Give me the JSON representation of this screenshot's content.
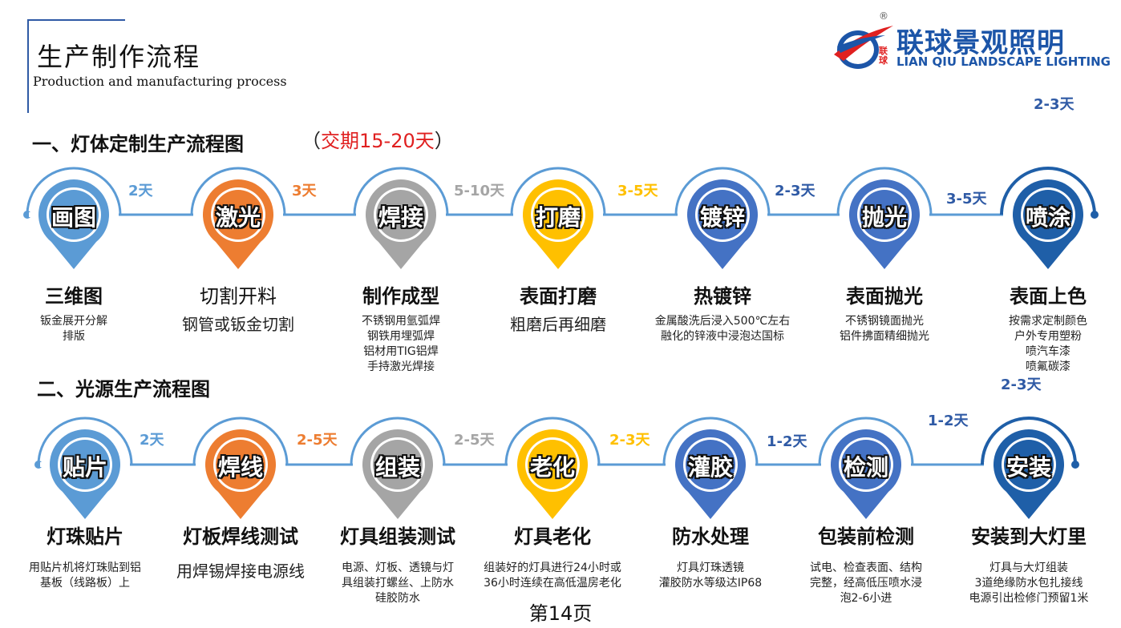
{
  "header": {
    "title_cn": "生产制作流程",
    "title_en": "Production and manufacturing process"
  },
  "logo": {
    "name_cn": "联球景观照明",
    "name_en": "LIAN QIU LANDSCAPE LIGHTING",
    "registered_mark": "®",
    "emblem_text": "联球",
    "color": "#1c55a8"
  },
  "colors": {
    "blue_light": "#5b9bd5",
    "orange": "#ed7d31",
    "gray": "#a5a5a5",
    "yellow": "#ffc000",
    "blue_mid": "#4472c4",
    "blue_dark": "#1f5fa8",
    "dur_blue": "#5b9bd5",
    "dur_orange": "#ed7d31",
    "dur_gray": "#a5a5a5",
    "dur_yellow": "#ffc000",
    "dur_navy": "#2f5aa5",
    "leadtime_red": "#e02020"
  },
  "section1": {
    "title": "一、灯体定制生产流程图",
    "leadtime_open": "（",
    "leadtime_text": "交期15-20天",
    "leadtime_close": "）",
    "durations": [
      "2天",
      "3天",
      "5-10天",
      "3-5天",
      "2-3天",
      "3-5天",
      "2-3天"
    ],
    "steps": [
      {
        "pin": "画图",
        "title": "三维图",
        "desc": [
          "钣金展开分解",
          "排版"
        ]
      },
      {
        "pin": "激光",
        "title": "切割开料",
        "desc": [
          "钢管或钣金切割"
        ]
      },
      {
        "pin": "焊接",
        "title": "制作成型",
        "desc": [
          "不锈钢用氩弧焊",
          "钢铁用埋弧焊",
          "铝材用TIG铝焊",
          "手持激光焊接"
        ]
      },
      {
        "pin": "打磨",
        "title": "表面打磨",
        "desc": [
          "粗磨后再细磨"
        ]
      },
      {
        "pin": "镀锌",
        "title": "热镀锌",
        "desc": [
          "金属酸洗后浸入500℃左右",
          "融化的锌液中浸泡达国标"
        ]
      },
      {
        "pin": "抛光",
        "title": "表面抛光",
        "desc": [
          "不锈钢镜面抛光",
          "铝件拂面精细抛光"
        ]
      },
      {
        "pin": "喷涂",
        "title": "表面上色",
        "desc": [
          "按需求定制颜色",
          "户外专用塑粉",
          "喷汽车漆",
          "喷氟碳漆"
        ]
      }
    ]
  },
  "section2": {
    "title": "二、光源生产流程图",
    "durations": [
      "2天",
      "2-5天",
      "2-5天",
      "2-3天",
      "1-2天",
      "1-2天",
      "2-3天"
    ],
    "steps": [
      {
        "pin": "贴片",
        "title": "灯珠贴片",
        "desc": [
          "用贴片机将灯珠贴到铝",
          "基板（线路板）上"
        ]
      },
      {
        "pin": "焊线",
        "title": "灯板焊线测试",
        "desc": [
          "用焊锡焊接电源线"
        ]
      },
      {
        "pin": "组装",
        "title": "灯具组装测试",
        "desc": [
          "电源、灯板、透镜与灯",
          "具组装打螺丝、上防水",
          "硅胶防水"
        ]
      },
      {
        "pin": "老化",
        "title": "灯具老化",
        "desc": [
          "组装好的灯具进行24小时或",
          "36小时连续在高低温房老化"
        ]
      },
      {
        "pin": "灌胶",
        "title": "防水处理",
        "desc": [
          "灯具灯珠透镜",
          "灌胶防水等级达IP68"
        ]
      },
      {
        "pin": "检测",
        "title": "包装前检测",
        "desc": [
          "试电、检查表面、结构",
          "完整，经高低压喷水浸",
          "泡2-6小进"
        ]
      },
      {
        "pin": "安装",
        "title": "安装到大灯里",
        "desc": [
          "灯具与大灯组装",
          "3道绝缘防水包扎接线",
          "电源引出检修门预留1米"
        ]
      }
    ]
  },
  "footer": {
    "page": "第14页"
  }
}
